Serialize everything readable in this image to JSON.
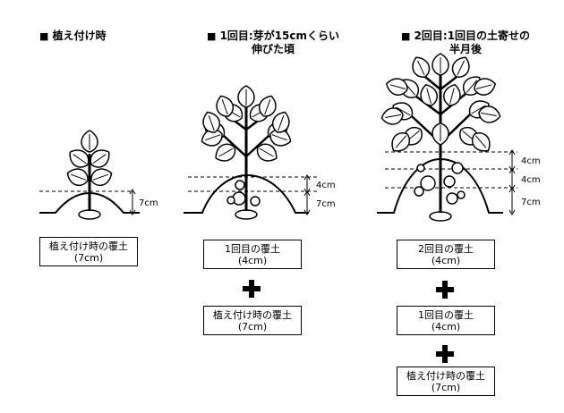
{
  "col1": {
    "title": "植え付け時",
    "measure": "7cm",
    "boxes": [
      {
        "line1": "植え付け時の覆土",
        "line2": "(7cm)"
      }
    ]
  },
  "col2": {
    "title_line1": "1回目:芽が15cmくらい",
    "title_line2": "伸びた頃",
    "measures": [
      "4cm",
      "7cm"
    ],
    "boxes": [
      {
        "line1": "1回目の覆土",
        "line2": "(4cm)"
      },
      {
        "line1": "植え付け時の覆土",
        "line2": "(7cm)"
      }
    ]
  },
  "col3": {
    "title_line1": "2回目:1回目の土寄せの",
    "title_line2": "半月後",
    "measures": [
      "4cm",
      "4cm",
      "7cm"
    ],
    "boxes": [
      {
        "line1": "2回目の覆土",
        "line2": "(4cm)"
      },
      {
        "line1": "1回目の覆土",
        "line2": "(4cm)"
      },
      {
        "line1": "植え付け時の覆土",
        "line2": "(7cm)"
      }
    ]
  }
}
